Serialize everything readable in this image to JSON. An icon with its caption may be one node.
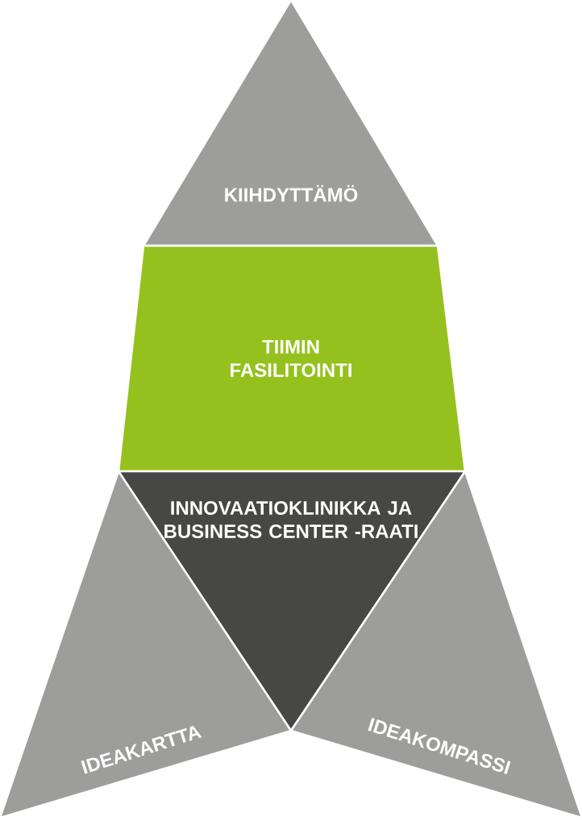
{
  "diagram": {
    "nodes": [
      {
        "text": [
          "KIIHDYTTÄMÖ"
        ]
      },
      {
        "text": [
          "TIIMIN FASILITOINTI"
        ]
      },
      {
        "text": [
          "INNOVAATIOKLINIKKA JA BUSINESS CENTER -RAATI"
        ]
      },
      {
        "text": [
          "IDEAKARTTA"
        ]
      },
      {
        "text": [
          "IDEAKOMPASSI"
        ]
      }
    ]
  }
}
